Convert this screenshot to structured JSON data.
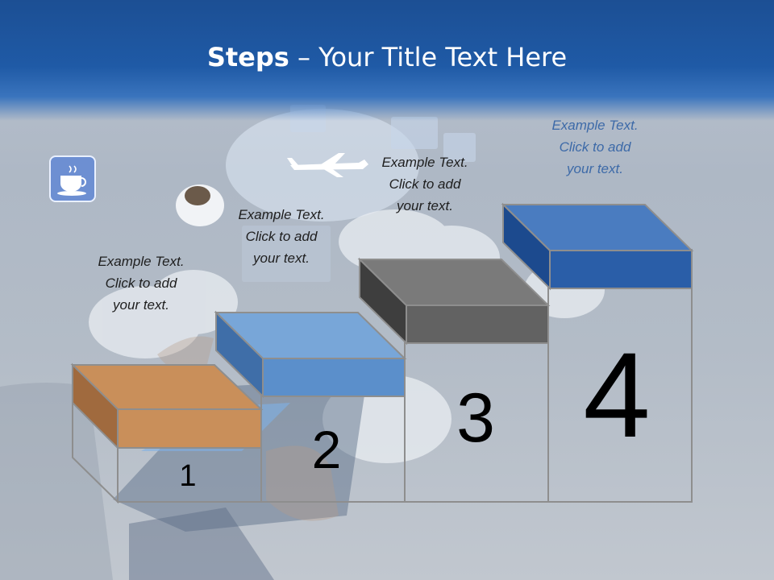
{
  "slide": {
    "title_bold": "Steps",
    "title_rest": " – Your Title Text Here"
  },
  "steps": [
    {
      "number": "1",
      "text": "Example Text.\nClick  to add\nyour text."
    },
    {
      "number": "2",
      "text": "Example Text.\nClick  to add\nyour text."
    },
    {
      "number": "3",
      "text": "Example Text.\nClick  to add\nyour text."
    },
    {
      "number": "4",
      "text": "Example Text.\nClick  to add\nyour text."
    }
  ],
  "colors": {
    "header": "#1f5aa6",
    "step1_block": "#c98f5a",
    "step2_block": "#5b8fcb",
    "step3_block": "#6b6b6b",
    "step4_block": "#2a5ea8",
    "step4_text": "#3d6aa8"
  },
  "icons": [
    "coffee-cup-icon",
    "airplane-icon",
    "cloud-icon",
    "tablet-icon"
  ]
}
